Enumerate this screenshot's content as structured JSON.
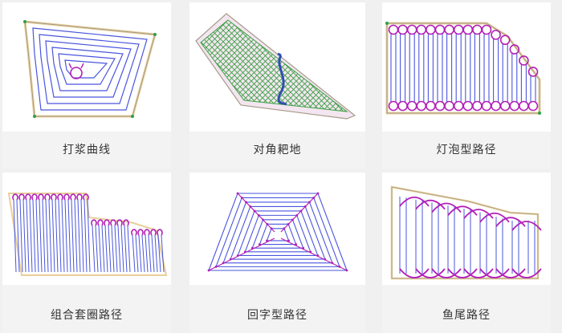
{
  "colors": {
    "background": "#f0f0f0",
    "card": "#f3f3f3",
    "thumb_bg": "#ffffff",
    "caption": "#333333",
    "path_blue": "#4a55dd",
    "turn_purple": "#b21fb8",
    "boundary_tan": "#e7cf99",
    "hatch_green": "#3c9f43",
    "blade_blue": "#2f4fb0",
    "point_green": "#2ea043"
  },
  "tiles": [
    {
      "id": "dajiang",
      "label": "打浆曲线",
      "icon": "spiral-path-icon"
    },
    {
      "id": "duijiao",
      "label": "对角耙地",
      "icon": "diagonal-harrow-icon"
    },
    {
      "id": "dengpao",
      "label": "灯泡型路径",
      "icon": "bulb-path-icon"
    },
    {
      "id": "zuhe",
      "label": "组合套圈路径",
      "icon": "combined-loop-path-icon"
    },
    {
      "id": "huizi",
      "label": "回字型路径",
      "icon": "concentric-path-icon"
    },
    {
      "id": "yuwei",
      "label": "鱼尾路径",
      "icon": "fishtail-path-icon"
    }
  ]
}
